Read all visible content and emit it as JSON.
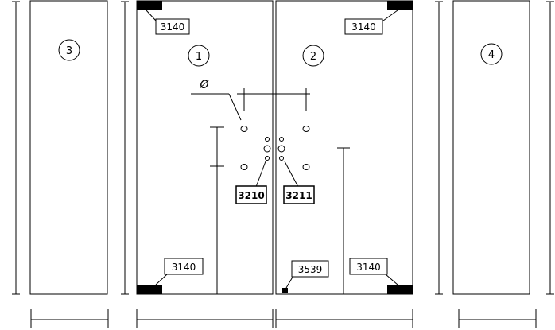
{
  "panels": [
    {
      "id": "panel-3",
      "number": "3"
    },
    {
      "id": "panel-1",
      "number": "1"
    },
    {
      "id": "panel-2",
      "number": "2"
    },
    {
      "id": "panel-4",
      "number": "4"
    }
  ],
  "labels": {
    "top_left": "3140",
    "top_right": "3140",
    "bottom_left": "3140",
    "bottom_right": "3140",
    "bottom_stop": "3539",
    "lock_left": "3210",
    "lock_right": "3211"
  },
  "diameter_symbol": "Ø"
}
